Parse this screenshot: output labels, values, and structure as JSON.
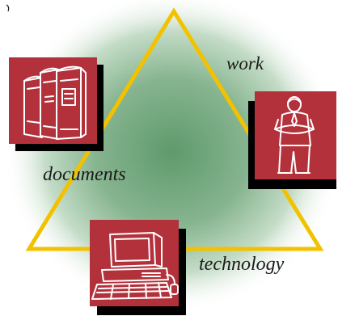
{
  "diagram": {
    "labels": {
      "work": "work",
      "documents": "documents",
      "technology": "technology"
    },
    "nodes": [
      {
        "id": "documents",
        "icon": "books-icon"
      },
      {
        "id": "work",
        "icon": "worker-icon"
      },
      {
        "id": "technology",
        "icon": "computer-icon"
      }
    ]
  },
  "colors": {
    "triangle_stroke": "#f2c200",
    "tile_fill": "#b3313b",
    "tile_shadow": "#000000",
    "glow_center": "#5f9a6c",
    "sketch_line": "#ffffff"
  }
}
